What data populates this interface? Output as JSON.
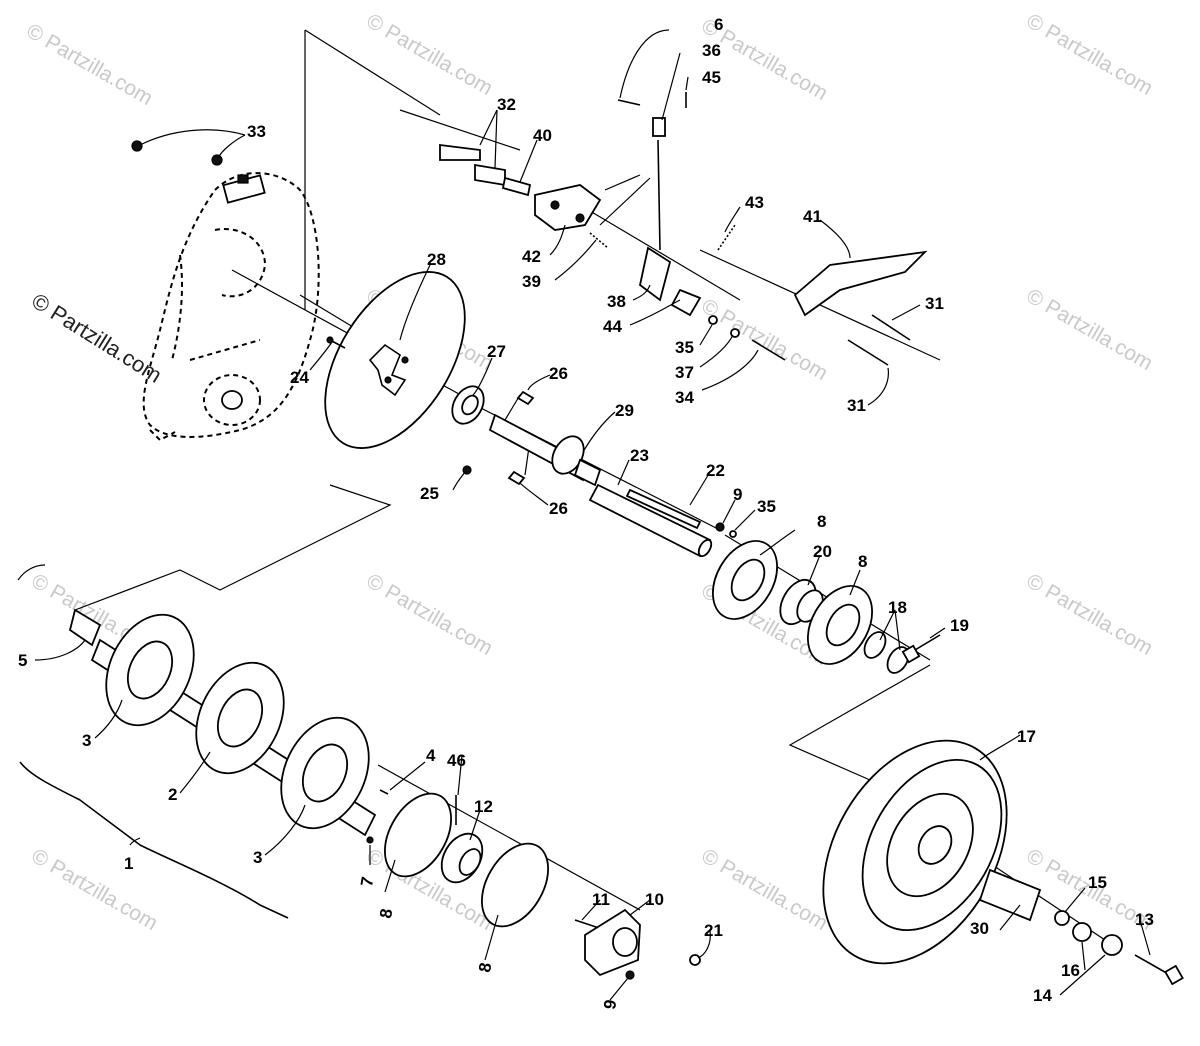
{
  "watermark": "© Partzilla.com",
  "watermark_prominent": "© Partzilla.com",
  "part_numbers": [
    "1",
    "2",
    "3",
    "4",
    "5",
    "6",
    "7",
    "8",
    "9",
    "10",
    "11",
    "12",
    "13",
    "14",
    "15",
    "16",
    "17",
    "18",
    "19",
    "20",
    "21",
    "22",
    "23",
    "24",
    "25",
    "26",
    "27",
    "28",
    "29",
    "30",
    "31",
    "32",
    "33",
    "34",
    "35",
    "36",
    "37",
    "38",
    "39",
    "40",
    "41",
    "42",
    "43",
    "44",
    "45",
    "46"
  ],
  "colors": {
    "ink": "#000000",
    "background": "#ffffff",
    "watermark": "#c9c9c9"
  }
}
